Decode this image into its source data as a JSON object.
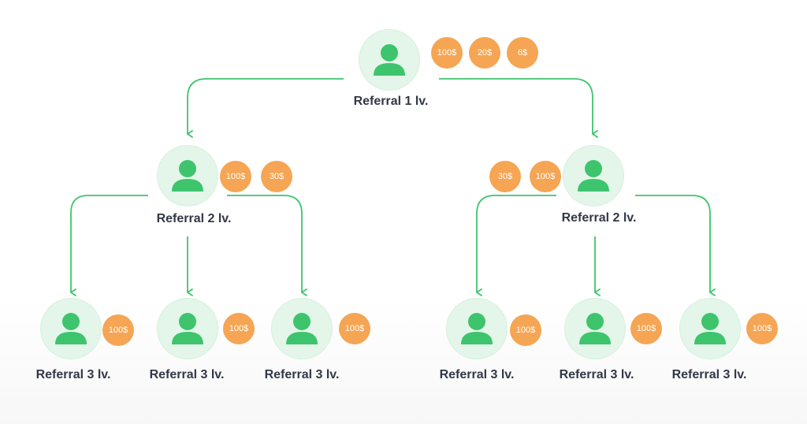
{
  "colors": {
    "connector": "#3ec46d",
    "avatar": "#3ec46d",
    "node_bg": "#e3f6e9",
    "badge": "#f5a553",
    "label_text": "#333846"
  },
  "icons": {
    "avatar": "user-icon",
    "connector": "arrow-down-icon"
  },
  "tree": {
    "level1": {
      "label": "Referral 1 lv.",
      "badges": [
        "100$",
        "20$",
        "6$"
      ]
    },
    "level2": [
      {
        "label": "Referral 2 lv.",
        "badges": [
          "100$",
          "30$"
        ],
        "children": [
          {
            "label": "Referral 3 lv.",
            "badge": "100$"
          },
          {
            "label": "Referral 3 lv.",
            "badge": "100$"
          },
          {
            "label": "Referral 3 lv.",
            "badge": "100$"
          }
        ]
      },
      {
        "label": "Referral 2 lv.",
        "badges": [
          "30$",
          "100$"
        ],
        "children": [
          {
            "label": "Referral 3 lv.",
            "badge": "100$"
          },
          {
            "label": "Referral 3 lv.",
            "badge": "100$"
          },
          {
            "label": "Referral 3 lv.",
            "badge": "100$"
          }
        ]
      }
    ]
  }
}
